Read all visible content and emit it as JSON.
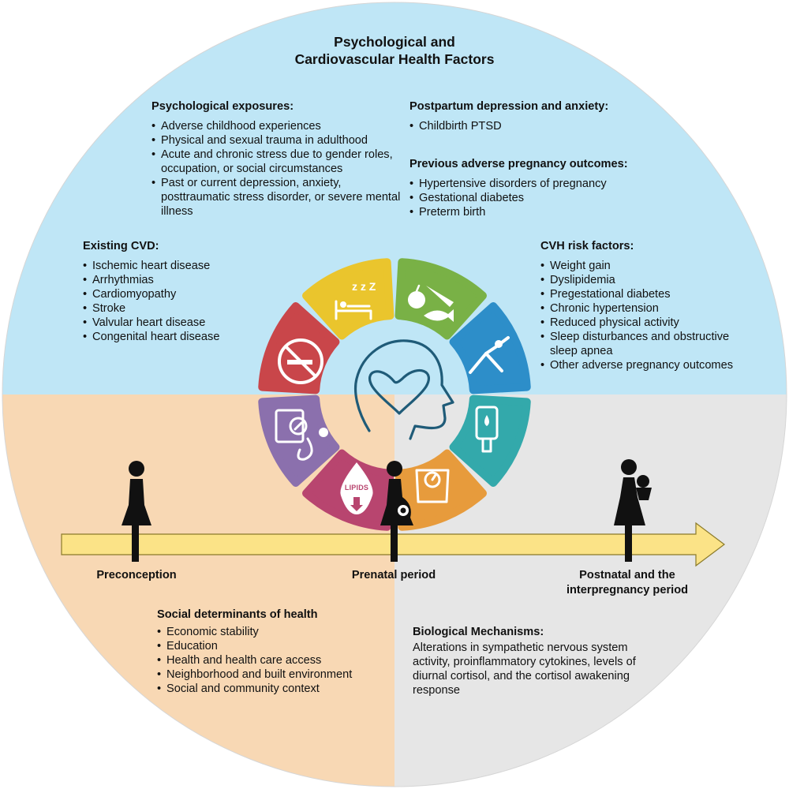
{
  "title_line1": "Psychological and",
  "title_line2": "Cardiovascular Health Factors",
  "colors": {
    "top_blue": "#bfe6f6",
    "bottom_left_peach": "#f8d8b4",
    "bottom_right_gray": "#e6e6e6",
    "timeline_arrow": "#fbe387",
    "segments": [
      "#eac52d",
      "#79b146",
      "#2d8ec9",
      "#33a9ab",
      "#e79b3c",
      "#b8456f",
      "#8b70ad",
      "#c9464a"
    ]
  },
  "psychological_exposures": {
    "heading": "Psychological exposures:",
    "items": [
      "Adverse childhood experiences",
      "Physical and sexual trauma in adulthood",
      "Acute and chronic stress due to gender roles, occupation, or social circumstances",
      "Past or current depression, anxiety, posttraumatic stress disorder, or severe mental illness"
    ]
  },
  "postpartum": {
    "heading": "Postpartum depression and anxiety:",
    "items": [
      "Childbirth PTSD"
    ]
  },
  "previous_apo": {
    "heading": "Previous adverse pregnancy outcomes:",
    "items": [
      "Hypertensive disorders of pregnancy",
      "Gestational diabetes",
      "Preterm birth"
    ]
  },
  "existing_cvd": {
    "heading": "Existing CVD:",
    "items": [
      "Ischemic heart disease",
      "Arrhythmias",
      "Cardiomyopathy",
      "Stroke",
      "Valvular heart disease",
      "Congenital heart disease"
    ]
  },
  "cvh_risk": {
    "heading": "CVH risk factors:",
    "items": [
      "Weight gain",
      "Dyslipidemia",
      "Pregestational diabetes",
      "Chronic hypertension",
      "Reduced physical activity",
      "Sleep disturbances and obstructive sleep apnea",
      "Other adverse pregnancy outcomes"
    ]
  },
  "wheel": {
    "lipids_label": "LIPIDS",
    "segment_icons": [
      "sleep-icon",
      "healthy-diet-icon",
      "physical-activity-icon",
      "glucose-meter-icon",
      "weight-scale-icon",
      "lipids-drop-icon",
      "blood-pressure-icon",
      "no-smoking-icon"
    ],
    "center_icon": "head-with-heart-icon"
  },
  "timeline": {
    "stages": [
      "Preconception",
      "Prenatal period",
      "Postnatal and the interpregnancy period"
    ]
  },
  "sdoh": {
    "heading": "Social determinants of health",
    "items": [
      "Economic stability",
      "Education",
      "Health and health care access",
      "Neighborhood and built environment",
      "Social and community context"
    ]
  },
  "bio": {
    "heading": "Biological Mechanisms:",
    "text": "Alterations in sympathetic nervous system activity, proinflammatory cytokines, levels of diurnal cortisol, and the cortisol awakening response"
  }
}
